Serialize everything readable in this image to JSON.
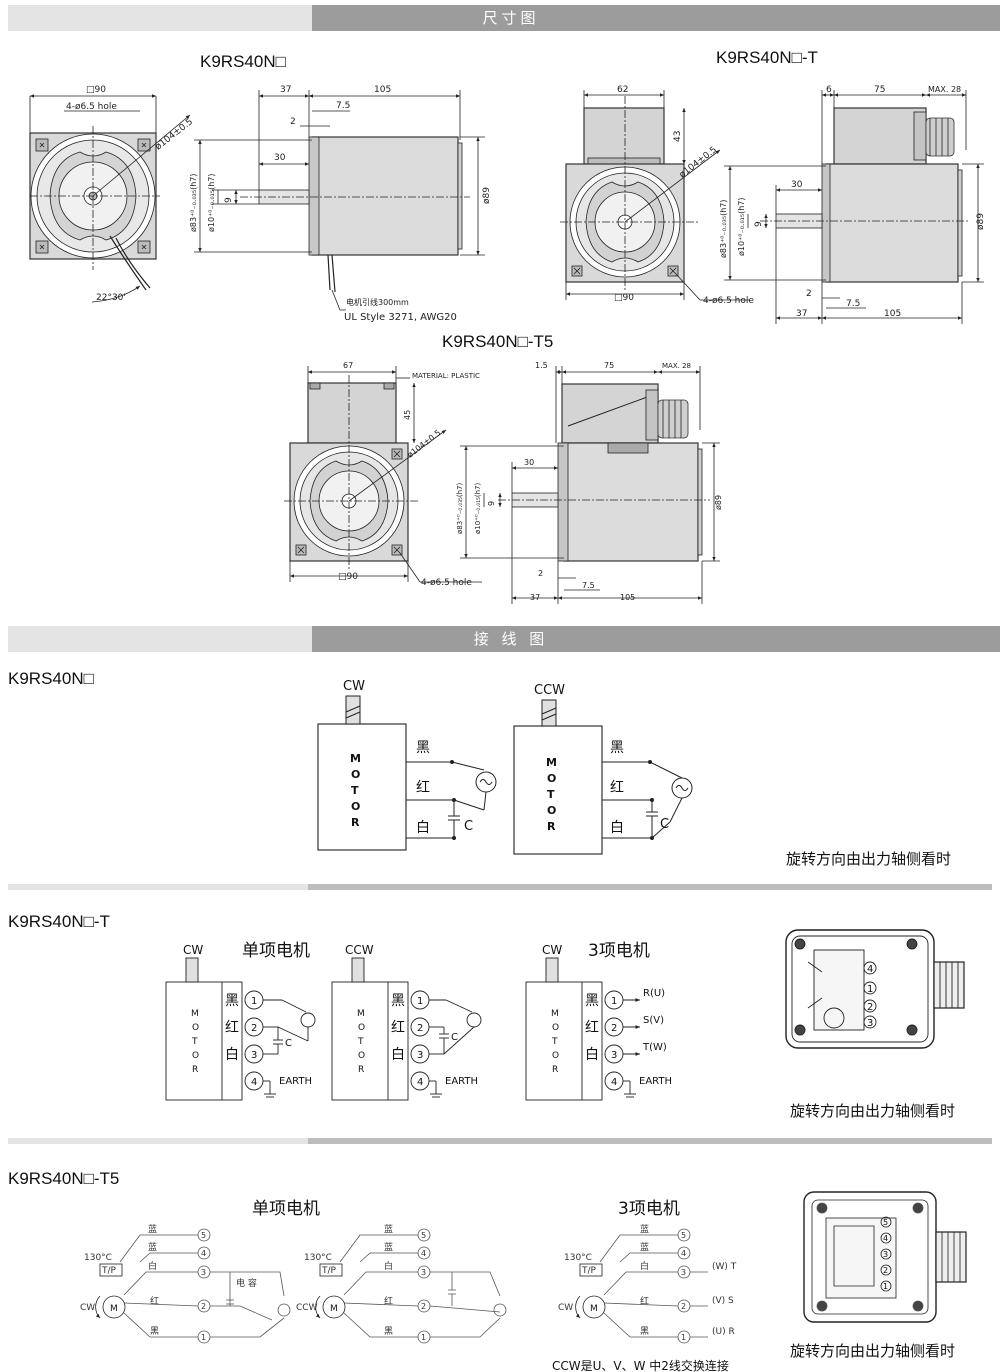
{
  "sections": {
    "dimensions": "尺寸图",
    "wiring": "接 线 图"
  },
  "models": {
    "base": "K9RS40N□",
    "t": "K9RS40N□-T",
    "t5": "K9RS40N□-T5"
  },
  "dims": {
    "sq90": "□90",
    "hole": "4-ø6.5 hole",
    "pcd": "ø104±0.5",
    "d37": "37",
    "d105": "105",
    "d7_5": "7.5",
    "d2": "2",
    "d30": "30",
    "d9": "9",
    "d89": "ø89",
    "d83": "ø83⁺⁰₋₀.₀₃₅(h7)",
    "d10": "ø10⁺⁰₋₀.₀₁₅(h7)",
    "angle": "22°30'",
    "lead1": "电机引线300mm",
    "lead2": "UL Style 3271, AWG20",
    "d62": "62",
    "d43": "43",
    "d6": "6",
    "d75": "75",
    "max28": "MAX. 28",
    "d67": "67",
    "d45": "45",
    "material": "MATERIAL: PLASTIC",
    "d1_5": "1.5"
  },
  "wiring": {
    "cw": "CW",
    "ccw": "CCW",
    "motor": [
      "M",
      "O",
      "T",
      "O",
      "R"
    ],
    "black": "黑",
    "red": "红",
    "white": "白",
    "cap": "C",
    "earth": "EARTH",
    "single": "单项电机",
    "three": "3项电机",
    "r": "R(U)",
    "s": "S(V)",
    "t": "T(W)",
    "n1": "1",
    "n2": "2",
    "n3": "3",
    "n4": "4",
    "n5": "5",
    "note": "旋转方向由出力轴侧看时",
    "blue": "蓝",
    "temp": "130°C",
    "tp": "T/P",
    "m": "M",
    "capacitor": "电 容",
    "wt": "(W) T",
    "vs": "(V) S",
    "ur": "(U) R",
    "ccw_note": "CCW是U、V、W   中2线交换连接"
  }
}
